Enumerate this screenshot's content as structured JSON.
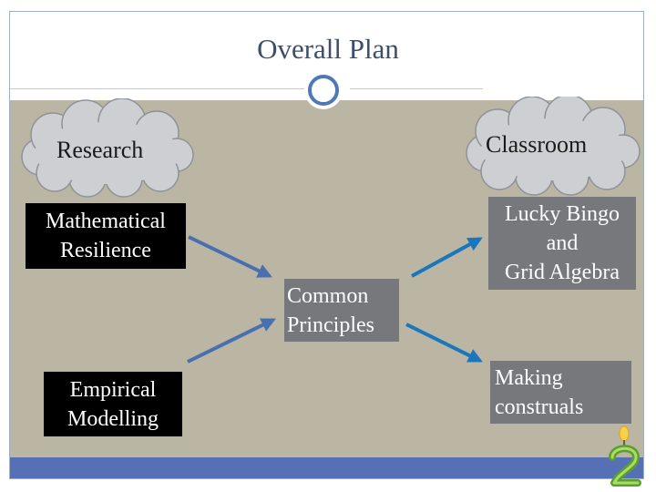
{
  "slide": {
    "title": "Overall Plan"
  },
  "clouds": {
    "research": "Research",
    "classroom": "Classroom"
  },
  "boxes": {
    "mathematical_resilience": "Mathematical\nResilience",
    "empirical_modelling": "Empirical\nModelling",
    "common_principles": "Common\nPrinciples",
    "lucky_bingo": "Lucky Bingo\nand\nGrid Algebra",
    "making_construals": "Making\nconstruals"
  },
  "colors": {
    "arrow_research": "#4a6fb0",
    "arrow_classroom": "#1a76bd",
    "content_bg": "#bbb6a3",
    "footer_bar": "#5670b6",
    "cloud_fill": "#cdcfd3"
  },
  "badge": {
    "digit": "2"
  }
}
